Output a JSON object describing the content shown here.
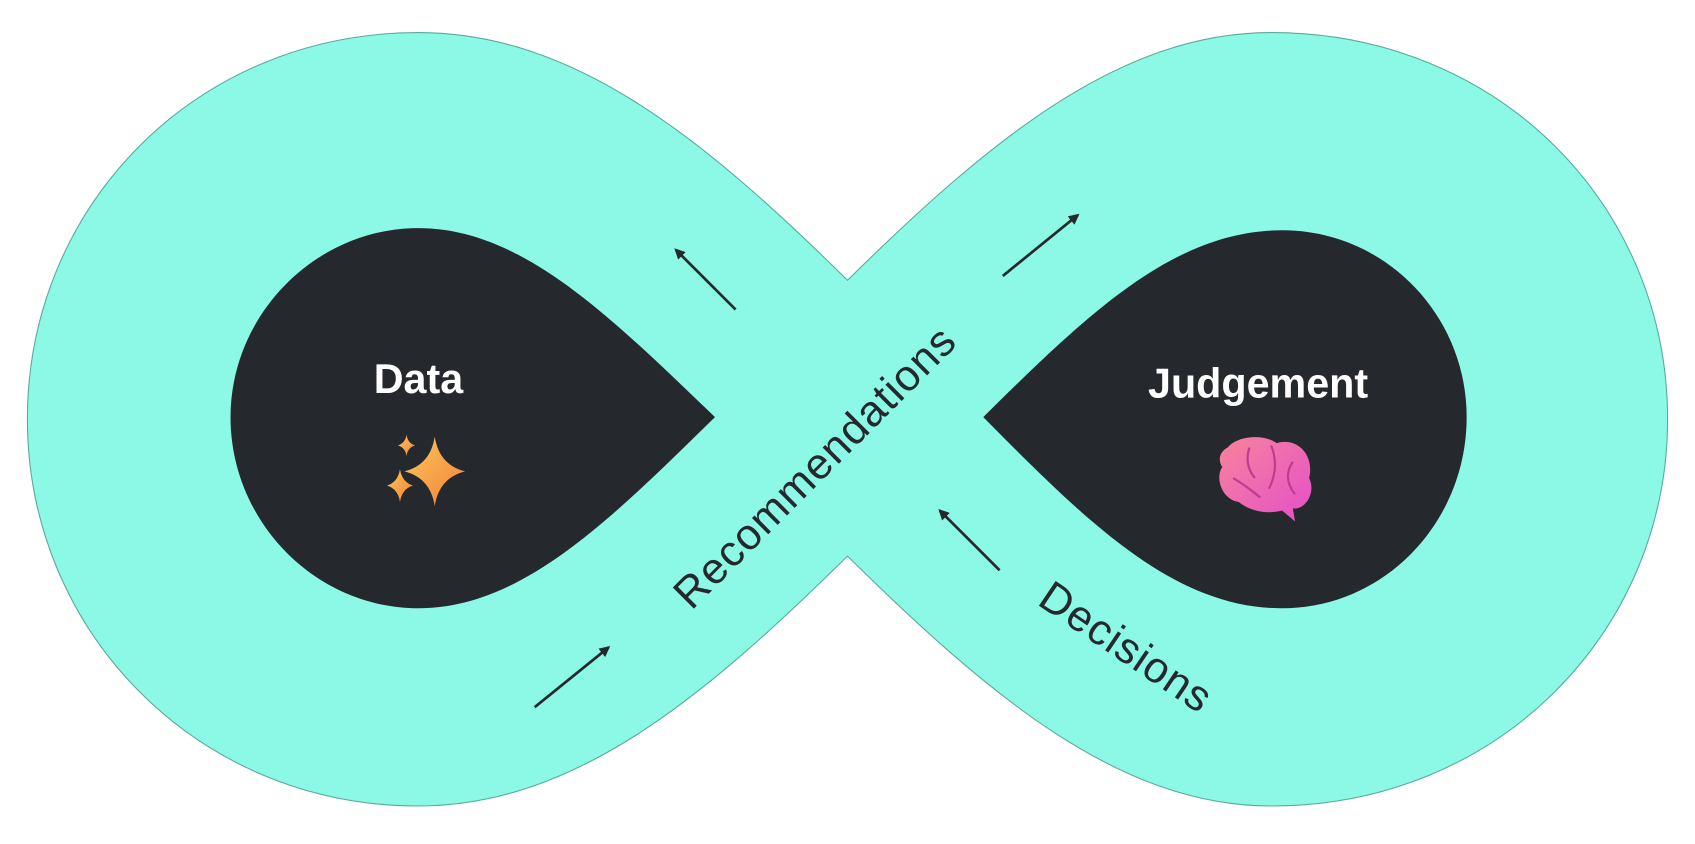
{
  "diagram": {
    "left_node": {
      "label": "Data",
      "icon": "sparkles-icon"
    },
    "right_node": {
      "label": "Judgement",
      "icon": "brain-icon"
    },
    "flow_labels": {
      "recommendations": "Recommendations",
      "decisions": "Decisions"
    },
    "colors": {
      "loop": "#8cf9e6",
      "node": "#25282d",
      "text_light": "#ffffff",
      "text_dark": "#25282d"
    }
  }
}
